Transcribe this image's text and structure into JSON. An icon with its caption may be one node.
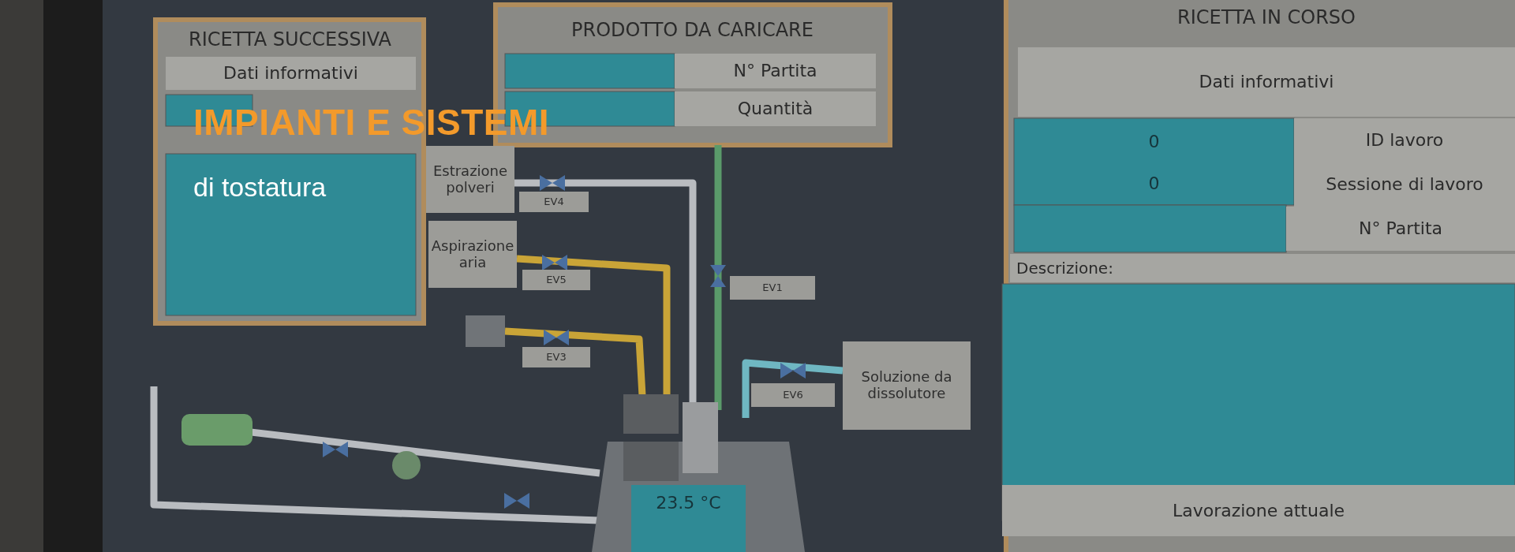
{
  "diagram": {
    "title": "IMPIANTI E SISTEMI",
    "caption": "di tostatura",
    "labels": [
      "RICETTA SUCCESSIVA",
      "Dati informativi",
      "PRODOTTO DA CARICARE",
      "N° Partita",
      "Quantità",
      "Estrazione polveri",
      "EV4",
      "Aspirazione aria",
      "EV5",
      "EV3",
      "EV1",
      "EV6",
      "Soluzione da dissolutore",
      "23.5 °C",
      "RICETTA IN CORSO",
      "Dati informativi",
      "0",
      "ID lavoro",
      "0",
      "Sessione di lavoro",
      "N° Partita",
      "Descrizione:",
      "Lavorazione attuale"
    ]
  }
}
